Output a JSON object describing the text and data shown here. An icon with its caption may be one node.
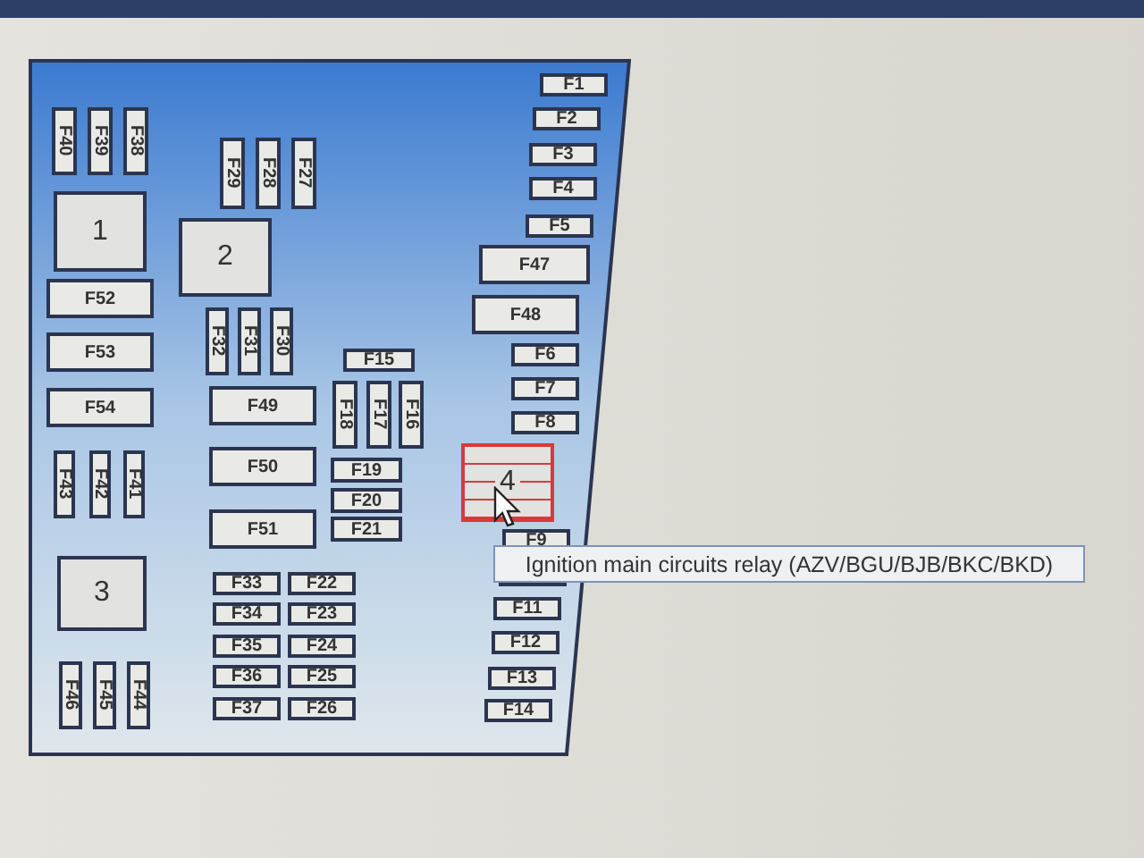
{
  "diagram": {
    "nodes": [
      {
        "text": [],
        "shape": "box"
      },
      {
        "text": [
          "F40"
        ],
        "in": 0
      },
      {
        "text": [
          "F39"
        ],
        "in": 0
      },
      {
        "text": [
          "F38"
        ],
        "in": 0
      },
      {
        "text": [
          "F29"
        ],
        "in": 0
      },
      {
        "text": [
          "F28"
        ],
        "in": 0
      },
      {
        "text": [
          "F27"
        ],
        "in": 0
      },
      {
        "text": [
          "F1"
        ],
        "in": 0
      },
      {
        "text": [
          "F2"
        ],
        "in": 0
      },
      {
        "text": [
          "F3"
        ],
        "in": 0
      },
      {
        "text": [
          "F4"
        ],
        "in": 0
      },
      {
        "text": [
          "F5"
        ],
        "in": 0
      },
      {
        "text": [
          "1"
        ],
        "in": 0
      },
      {
        "text": [
          "2"
        ],
        "in": 0
      },
      {
        "text": [
          "F47"
        ],
        "in": 0
      },
      {
        "text": [
          "F52"
        ],
        "in": 0
      },
      {
        "text": [
          "F48"
        ],
        "in": 0
      },
      {
        "text": [
          "F53"
        ],
        "in": 0
      },
      {
        "text": [
          "F32"
        ],
        "in": 0
      },
      {
        "text": [
          "F31"
        ],
        "in": 0
      },
      {
        "text": [
          "F30"
        ],
        "in": 0
      },
      {
        "text": [
          "F15"
        ],
        "in": 0
      },
      {
        "text": [
          "F6"
        ],
        "in": 0
      },
      {
        "text": [
          "F54"
        ],
        "in": 0
      },
      {
        "text": [
          "F49"
        ],
        "in": 0
      },
      {
        "text": [
          "F18"
        ],
        "in": 0
      },
      {
        "text": [
          "F17"
        ],
        "in": 0
      },
      {
        "text": [
          "F16"
        ],
        "in": 0
      },
      {
        "text": [
          "F7"
        ],
        "in": 0
      },
      {
        "text": [
          "F8"
        ],
        "in": 0
      },
      {
        "text": [
          "F43"
        ],
        "in": 0
      },
      {
        "text": [
          "F42"
        ],
        "in": 0
      },
      {
        "text": [
          "F41"
        ],
        "in": 0
      },
      {
        "text": [
          "F50"
        ],
        "in": 0
      },
      {
        "text": [
          "F19"
        ],
        "in": 0
      },
      {
        "text": [
          "4"
        ],
        "in": 0
      },
      {
        "text": [
          "F20"
        ],
        "in": 0
      },
      {
        "text": [
          "F21"
        ],
        "in": 0
      },
      {
        "text": [
          "F51"
        ],
        "in": 0
      },
      {
        "text": [
          "F9"
        ],
        "in": 0
      },
      {
        "text": [
          "3"
        ],
        "in": 0
      },
      {
        "text": [
          "F33"
        ],
        "in": 0
      },
      {
        "text": [
          "F22"
        ],
        "in": 0
      },
      {
        "text": [],
        "shape": "box",
        "in": 0
      },
      {
        "text": [
          "F34"
        ],
        "in": 0
      },
      {
        "text": [
          "F23"
        ],
        "in": 0
      },
      {
        "text": [
          "F11"
        ],
        "in": 0
      },
      {
        "text": [
          "F35"
        ],
        "in": 0
      },
      {
        "text": [
          "F24"
        ],
        "in": 0
      },
      {
        "text": [
          "F12"
        ],
        "in": 0
      },
      {
        "text": [
          "F36"
        ],
        "in": 0
      },
      {
        "text": [
          "F25"
        ],
        "in": 0
      },
      {
        "text": [
          "F13"
        ],
        "in": 0
      },
      {
        "text": [
          "F46"
        ],
        "in": 0
      },
      {
        "text": [
          "F45"
        ],
        "in": 0
      },
      {
        "text": [
          "F44"
        ],
        "in": 0
      },
      {
        "text": [
          "F37"
        ],
        "in": 0
      },
      {
        "text": [
          "F26"
        ],
        "in": 0
      },
      {
        "text": [
          "F14"
        ],
        "in": 0
      },
      {
        "text": [
          "Ignition main circuits relay (AZV/BGU/BJB/BKC/BKD)"
        ]
      }
    ]
  }
}
